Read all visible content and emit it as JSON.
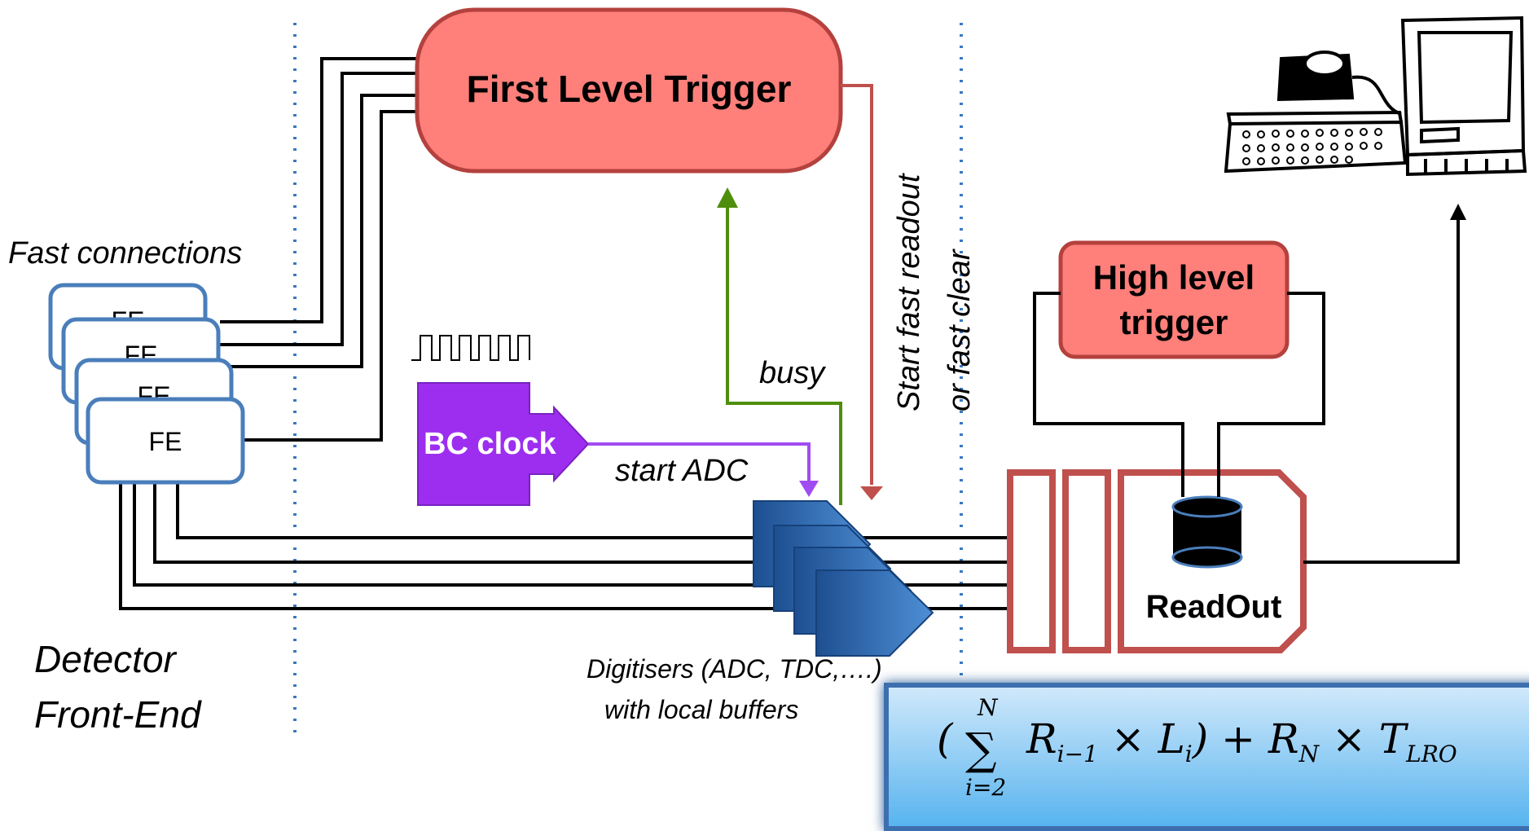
{
  "labels": {
    "first_level_trigger": "First Level Trigger",
    "fast_connections": "Fast connections",
    "fe": "FE",
    "bc_clock": "BC clock",
    "start_adc": "start ADC",
    "busy": "busy",
    "start_fast_readout": "Start fast readout",
    "or_fast_clear": "or fast clear",
    "high_level_trigger_1": "High level",
    "high_level_trigger_2": "trigger",
    "readout": "ReadOut",
    "digitisers_1": "Digitisers  (ADC, TDC,….)",
    "digitisers_2": "with local buffers",
    "detector": "Detector",
    "front_end": "Front-End"
  },
  "formula": {
    "open": "(",
    "sigma": "∑",
    "upper": "N",
    "lower": "i=2",
    "body_html": "R<sub>i−1</sub> × L<sub>i</sub>) + R<sub>N</sub> × T<sub>LRO</sub>"
  },
  "colors": {
    "trigger_fill": "#ff7f7a",
    "trigger_stroke": "#b4413d",
    "fe_stroke": "#4a7ebb",
    "clock_fill": "#9d2ef0",
    "clock_line": "#a14cf2",
    "busy_line": "#4e8e0c",
    "readout_stroke": "#c0504d",
    "digitiser_fill": "#2e63a8",
    "dotted_line": "#3a78c0"
  }
}
